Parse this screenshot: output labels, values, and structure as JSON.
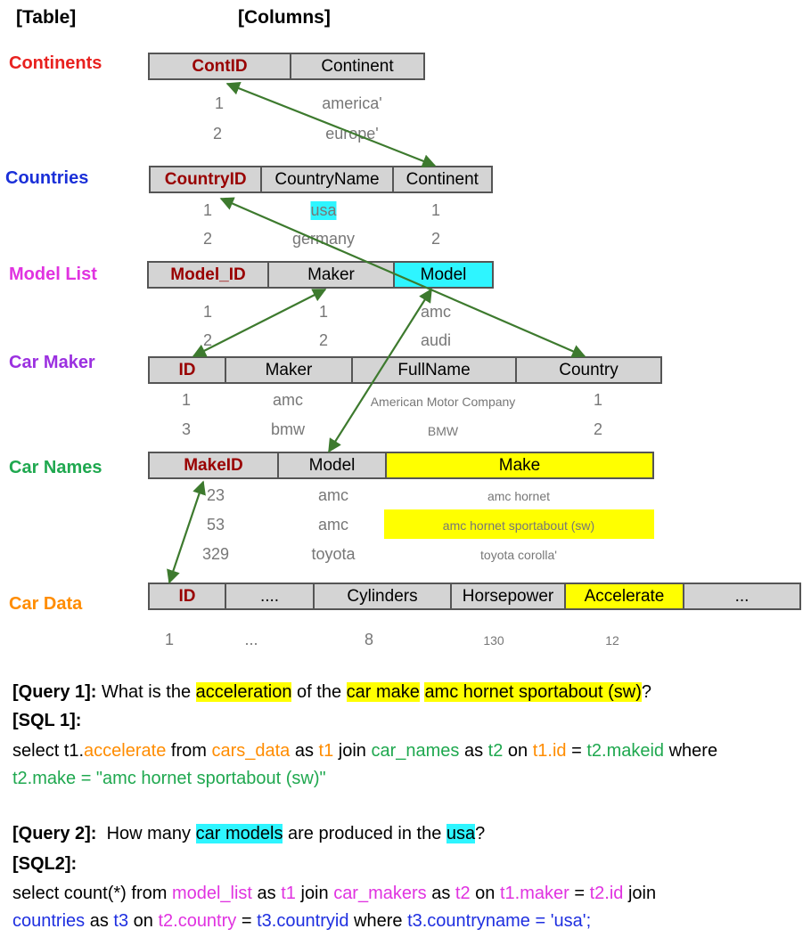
{
  "headers": {
    "table": "[Table]",
    "columns": "[Columns]"
  },
  "tables": [
    {
      "name": "Continents",
      "color": "#e8211f",
      "columns": [
        "ContID",
        "Continent"
      ],
      "rows": [
        [
          "1",
          "america'"
        ],
        [
          "2",
          "europe'"
        ]
      ]
    },
    {
      "name": "Countries",
      "color": "#1a2fd8",
      "columns": [
        "CountryID",
        "CountryName",
        "Continent"
      ],
      "rows": [
        [
          "1",
          "usa",
          "1"
        ],
        [
          "2",
          "germany",
          "2"
        ]
      ]
    },
    {
      "name": "Model List",
      "color": "#e033e0",
      "columns": [
        "Model_ID",
        "Maker",
        "Model"
      ],
      "rows": [
        [
          "1",
          "1",
          "amc"
        ],
        [
          "2",
          "2",
          "audi"
        ]
      ]
    },
    {
      "name": "Car Maker",
      "color": "#9b30e0",
      "columns": [
        "ID",
        "Maker",
        "FullName",
        "Country"
      ],
      "rows": [
        [
          "1",
          "amc",
          "American Motor Company",
          "1"
        ],
        [
          "3",
          "bmw",
          "BMW",
          "2"
        ]
      ]
    },
    {
      "name": "Car Names",
      "color": "#1fa84f",
      "columns": [
        "MakeID",
        "Model",
        "Make"
      ],
      "rows": [
        [
          "23",
          "amc",
          "amc hornet"
        ],
        [
          "53",
          "amc",
          "amc hornet sportabout (sw)"
        ],
        [
          "329",
          "toyota",
          "toyota corolla'"
        ]
      ]
    },
    {
      "name": "Car Data",
      "color": "#ff8c00",
      "columns": [
        "ID",
        "....",
        "Cylinders",
        "Horsepower",
        "Accelerate",
        "..."
      ],
      "rows": [
        [
          "1",
          "...",
          "8",
          "130",
          "12"
        ]
      ]
    }
  ],
  "query1": {
    "label": "[Query 1]:",
    "t1": " What is the ",
    "h1": "acceleration",
    "t2": " of the ",
    "h2": "car make",
    "t3": " ",
    "h3": "amc hornet sportabout (sw)",
    "t4": "?",
    "sql_label": "[SQL 1]:",
    "sql_line1": [
      {
        "text": "select t1.",
        "cls": ""
      },
      {
        "text": "accelerate",
        "cls": "c-orange"
      },
      {
        "text": " from ",
        "cls": ""
      },
      {
        "text": "cars_data",
        "cls": "c-orange"
      },
      {
        "text": " as ",
        "cls": ""
      },
      {
        "text": "t1",
        "cls": "c-orange"
      },
      {
        "text": " join ",
        "cls": ""
      },
      {
        "text": "car_names",
        "cls": "c-green"
      },
      {
        "text": " as ",
        "cls": ""
      },
      {
        "text": "t2",
        "cls": "c-green"
      },
      {
        "text": " on ",
        "cls": ""
      },
      {
        "text": "t1.id",
        "cls": "c-orange"
      },
      {
        "text": " = ",
        "cls": ""
      },
      {
        "text": "t2.makeid",
        "cls": "c-green"
      },
      {
        "text": " where",
        "cls": ""
      }
    ],
    "sql_line2": [
      {
        "text": "t2.make = \"amc hornet sportabout (sw)\"",
        "cls": "c-green"
      }
    ]
  },
  "query2": {
    "label": "[Query 2]:",
    "t1": "  How many ",
    "h1": "car models",
    "t2": " are produced in the ",
    "h2": "usa",
    "t3": "?",
    "sql_label": "[SQL2]:",
    "sql_line1": [
      {
        "text": "select count(*) from ",
        "cls": ""
      },
      {
        "text": "model_list",
        "cls": "c-magenta"
      },
      {
        "text": " as ",
        "cls": ""
      },
      {
        "text": "t1",
        "cls": "c-magenta"
      },
      {
        "text": " join ",
        "cls": ""
      },
      {
        "text": "car_makers",
        "cls": "c-magenta"
      },
      {
        "text": " as ",
        "cls": ""
      },
      {
        "text": "t2",
        "cls": "c-magenta"
      },
      {
        "text": " on ",
        "cls": ""
      },
      {
        "text": "t1.maker",
        "cls": "c-magenta"
      },
      {
        "text": " = ",
        "cls": ""
      },
      {
        "text": "t2.id",
        "cls": "c-magenta"
      },
      {
        "text": " join",
        "cls": ""
      }
    ],
    "sql_line2": [
      {
        "text": "countries",
        "cls": "c-blue"
      },
      {
        "text": " as ",
        "cls": ""
      },
      {
        "text": "t3",
        "cls": "c-blue"
      },
      {
        "text": " on ",
        "cls": ""
      },
      {
        "text": "t2.country",
        "cls": "c-magenta"
      },
      {
        "text": " = ",
        "cls": ""
      },
      {
        "text": "t3.countryid",
        "cls": "c-blue"
      },
      {
        "text": " where ",
        "cls": ""
      },
      {
        "text": "t3.countryname = 'usa';",
        "cls": "c-blue"
      }
    ]
  }
}
